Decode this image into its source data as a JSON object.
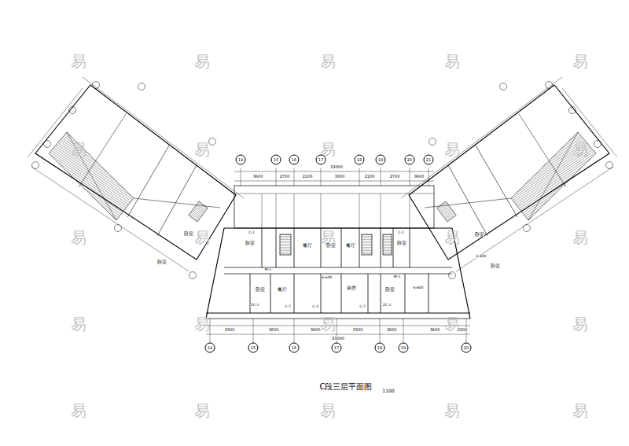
{
  "diagram": {
    "title": "C段三层平面图",
    "labels": [
      "易",
      "易",
      "易",
      "易",
      "易",
      "易",
      "易",
      "易",
      "易",
      "易",
      "易",
      "易",
      "易",
      "易",
      "易",
      "易",
      "易",
      "易",
      "易",
      "易",
      "易",
      "易",
      "易",
      "易",
      "易",
      "33000",
      "3600",
      "2700",
      "2100",
      "3300",
      "2100",
      "2700",
      "3600",
      "14",
      "15",
      "16",
      "17",
      "18",
      "19",
      "20",
      "21",
      "卧室",
      "餐厅",
      "卧室",
      "餐厅",
      "卧室",
      "卧室",
      "餐厅",
      "厨房",
      "卧室",
      "卧室",
      "卧室",
      "卧室",
      "卧室",
      "M-1",
      "M-1",
      "C-1",
      "C-1",
      "ZC-2",
      "ZC-2",
      "C-7",
      "C-7",
      "C-3",
      "6.600",
      "6.600",
      "6.600",
      "3300",
      "3600",
      "3600",
      "3300",
      "3600",
      "3600",
      "3300",
      "33000",
      "14",
      "15",
      "16",
      "17",
      "18",
      "19",
      "20",
      "1100"
    ]
  }
}
